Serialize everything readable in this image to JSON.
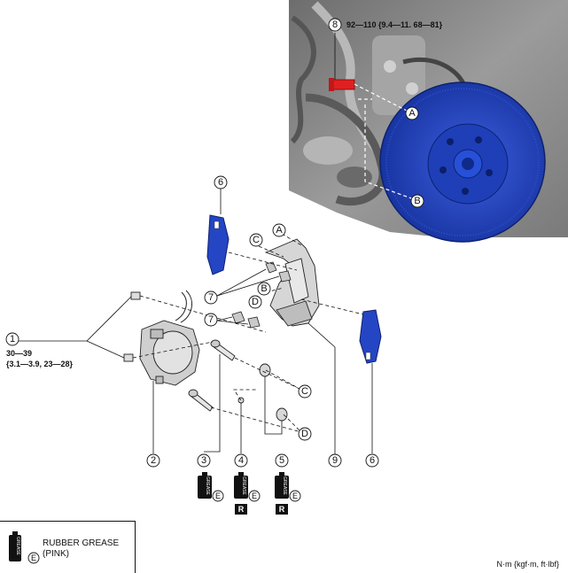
{
  "callouts": {
    "c1": "1",
    "c2": "2",
    "c3": "3",
    "c4": "4",
    "c5": "5",
    "c6a": "6",
    "c6b": "6",
    "c7a": "7",
    "c7b": "7",
    "c8": "8",
    "c9": "9"
  },
  "letters": {
    "A_top": "A",
    "B_top": "B",
    "A": "A",
    "B": "B",
    "C1": "C",
    "C2": "C",
    "D1": "D",
    "D2": "D",
    "E1": "E",
    "E2": "E",
    "E3": "E",
    "E_legend": "E"
  },
  "torque": {
    "part8": "92—110 {9.4—11. 68—81}",
    "part1_line1": "30—39",
    "part1_line2": "{3.1—3.9, 23—28}"
  },
  "grease_label": "GREASE",
  "replace_badge": "R",
  "legend": {
    "line1": "RUBBER GREASE",
    "line2": "(PINK)"
  },
  "units": "N·m {kgf·m, ft·lbf}",
  "colors": {
    "rotor_blue": "#1c3fbf",
    "pad_blue": "#2446c4",
    "bracket_red": "#e02020",
    "knuckle_gray": "#8a8a8a"
  }
}
